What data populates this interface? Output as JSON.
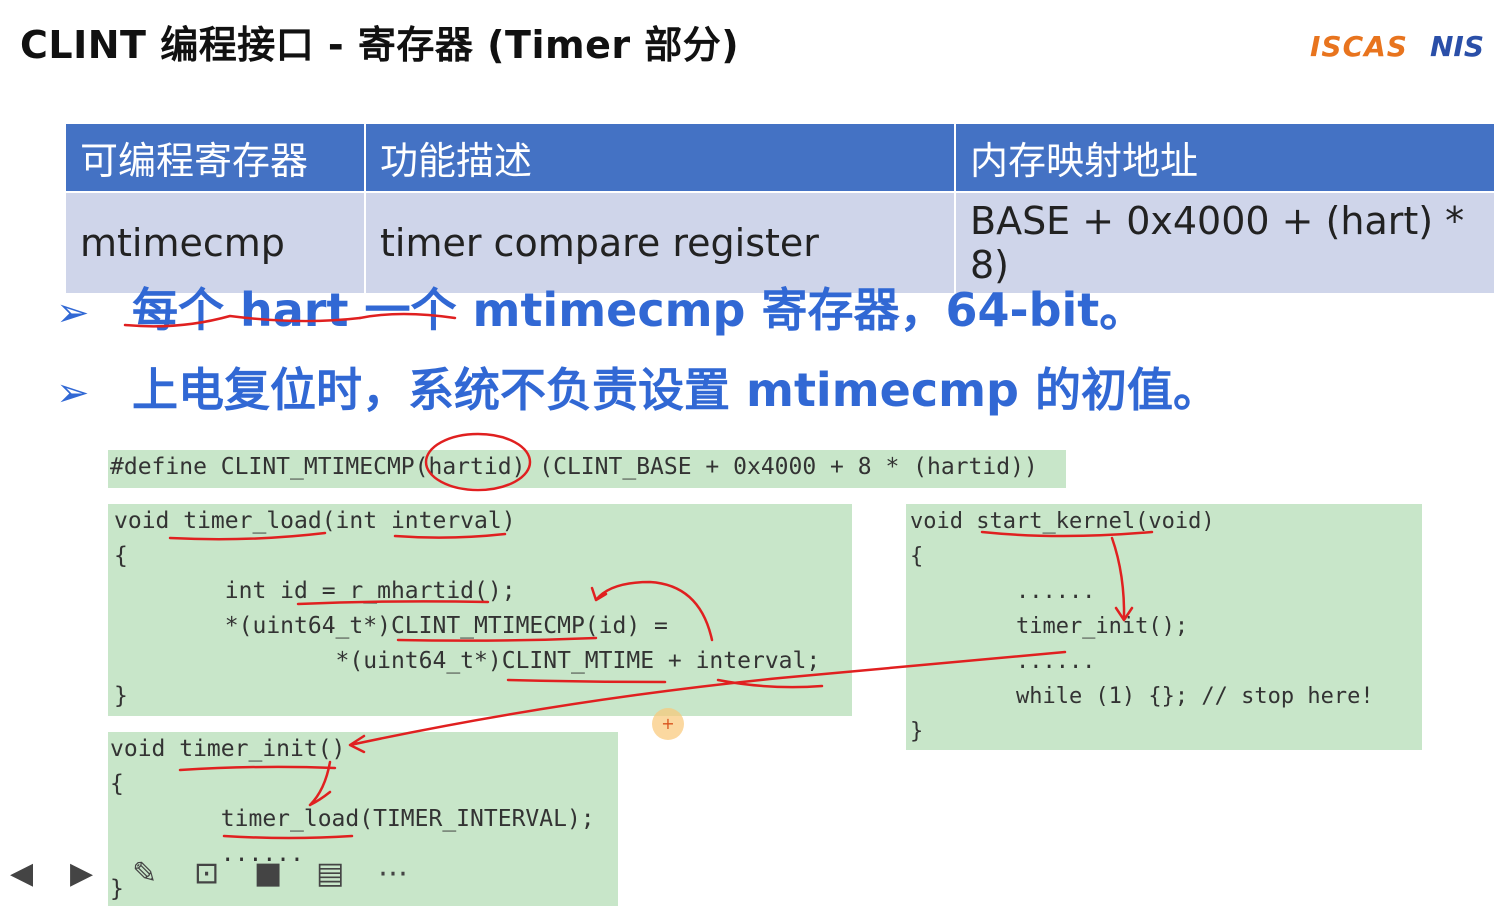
{
  "slide": {
    "title": "CLINT 编程接口 - 寄存器 (Timer 部分)",
    "logo_left": "ISCAS",
    "logo_right": "NIS"
  },
  "register_table": {
    "headers": [
      "可编程寄存器",
      "功能描述",
      "内存映射地址"
    ],
    "rows": [
      [
        "mtimecmp",
        "timer compare register",
        "BASE + 0x4000 + (hart) * 8)"
      ]
    ]
  },
  "bullets": [
    "每个 hart 一个 mtimecmp 寄存器，64-bit。",
    "上电复位时，系统不负责设置 mtimecmp 的初值。"
  ],
  "code": {
    "define_line": "#define CLINT_MTIMECMP(hartid) (CLINT_BASE + 0x4000 + 8 * (hartid))",
    "timer_load": [
      "void timer_load(int interval)",
      "{",
      "        int id = r_mhartid();",
      "        *(uint64_t*)CLINT_MTIMECMP(id) =",
      "                *(uint64_t*)CLINT_MTIME + interval;",
      "}"
    ],
    "start_kernel": [
      "void start_kernel(void)",
      "{",
      "        ......",
      "        timer_init();",
      "        ......",
      "        while (1) {}; // stop here!",
      "}"
    ],
    "timer_init": [
      "void timer_init()",
      "{",
      "        timer_load(TIMER_INTERVAL);",
      "        ......",
      "}"
    ]
  },
  "colors": {
    "table_header": "#4472c4",
    "table_row": "#cfd5ea",
    "bullet": "#3168d4",
    "code_bg": "#c8e6c9",
    "ink": "#e02020"
  },
  "controls": [
    "prev-icon",
    "next-icon",
    "pen-icon",
    "screenshot-icon",
    "camera-icon",
    "comment-icon",
    "more-icon"
  ]
}
